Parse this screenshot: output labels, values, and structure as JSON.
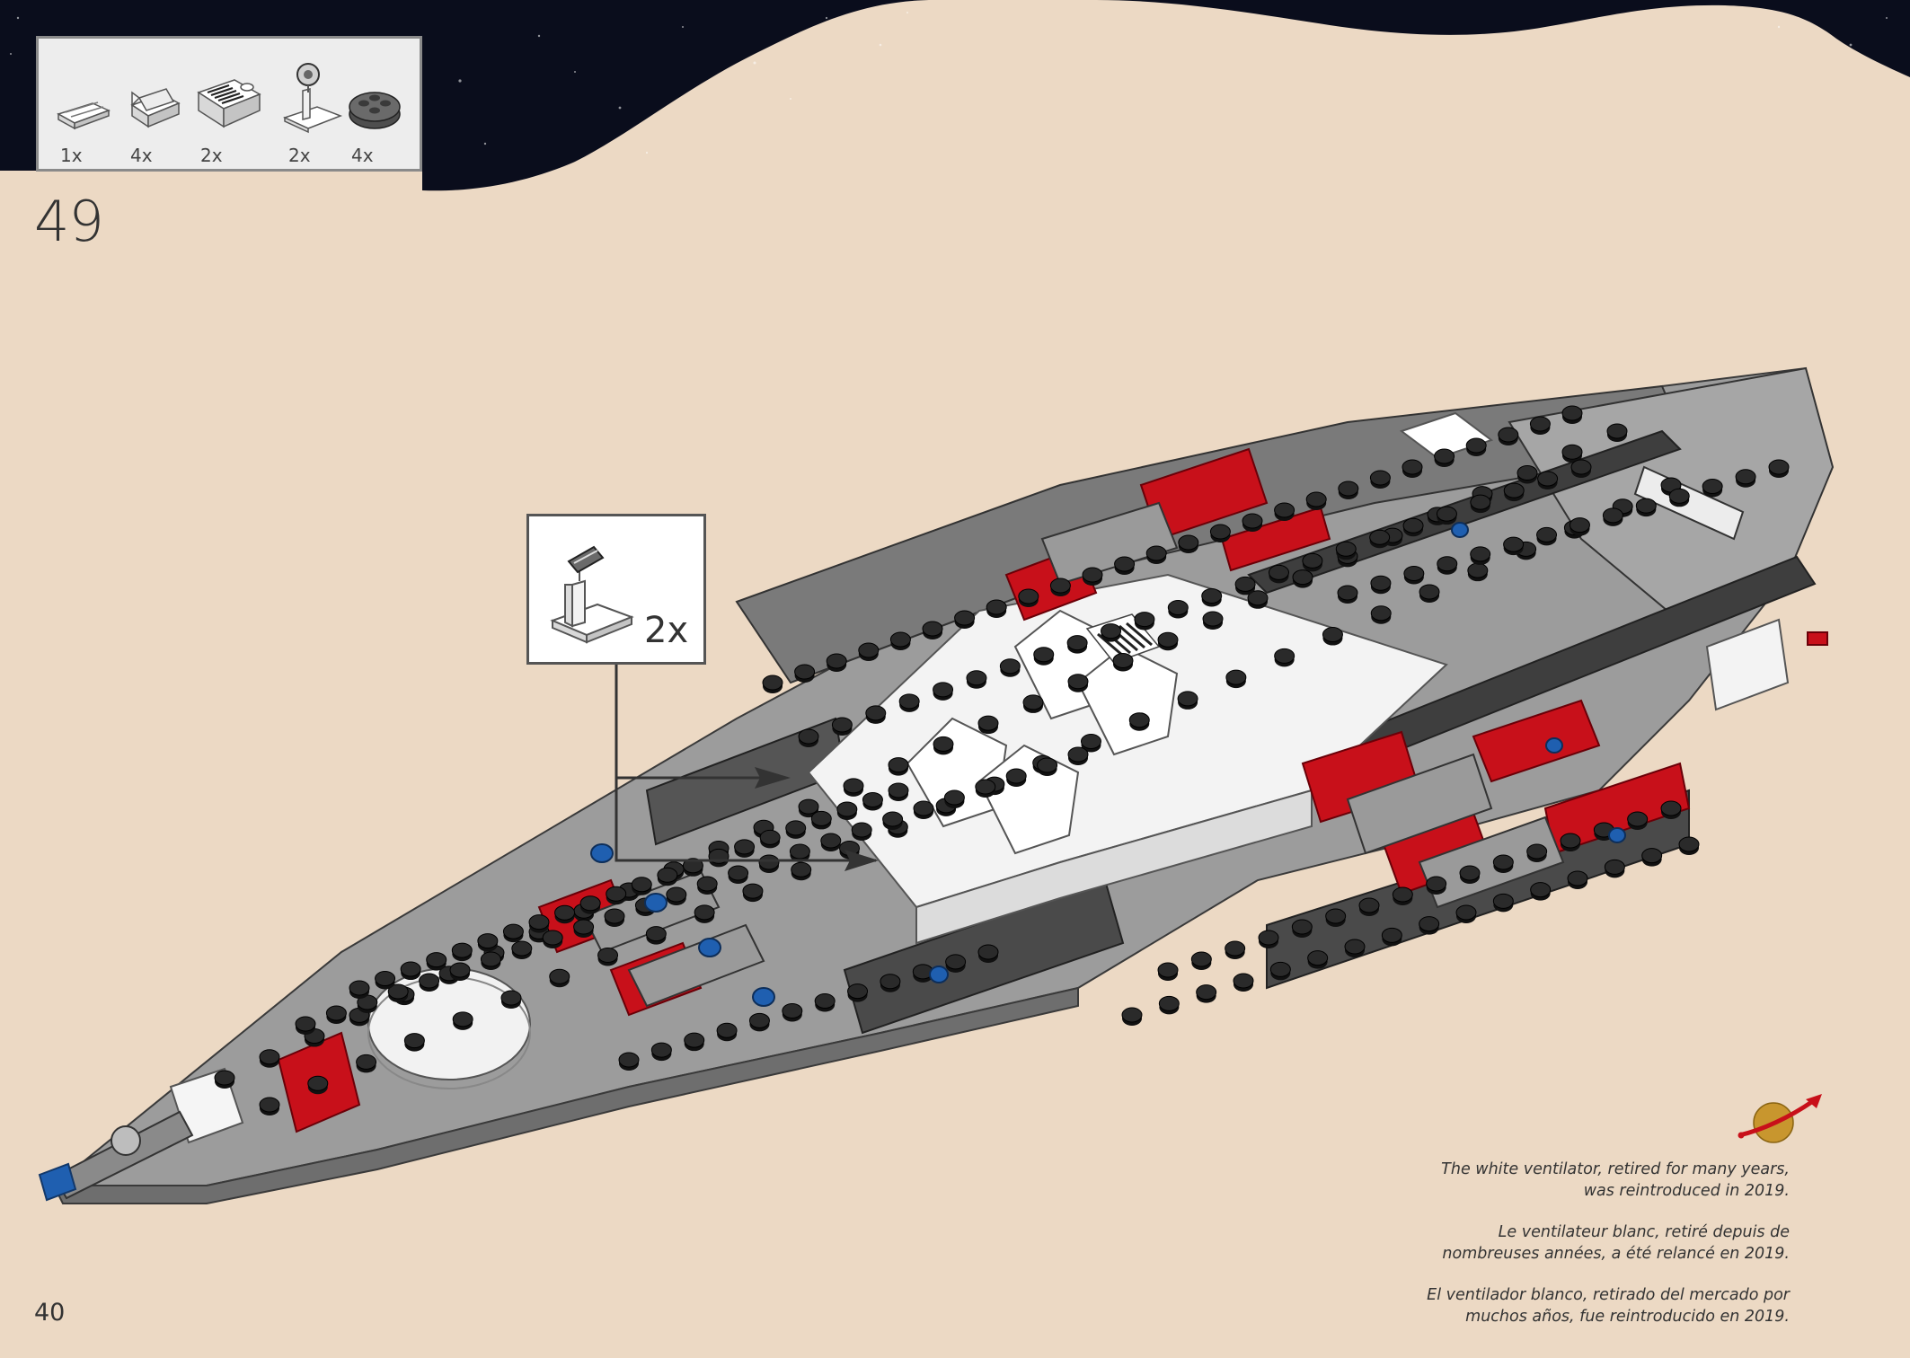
{
  "parts_list": {
    "items": [
      {
        "icon": "tile-grille-icon",
        "qty": "1x"
      },
      {
        "icon": "windscreen-icon",
        "qty": "4x"
      },
      {
        "icon": "ventilator-slope-icon",
        "qty": "2x"
      },
      {
        "icon": "control-stick-bracket-icon",
        "qty": "2x"
      },
      {
        "icon": "round-plate-icon",
        "qty": "4x"
      }
    ]
  },
  "step": {
    "number": "49"
  },
  "callout": {
    "qty": "2x"
  },
  "page": {
    "number": "40"
  },
  "notes": {
    "english_line1": "The white ventilator, retired for many years,",
    "english_line2": "was reintroduced in 2019.",
    "french_line1": "Le ventilateur blanc, retiré depuis de",
    "french_line2": "nombreuses années, a été relancé en 2019.",
    "spanish_line1": "El ventilador blanco, retirado del mercado por",
    "spanish_line2": "muchos años, fue reintroducido en 2019."
  },
  "colors": {
    "background": "#ecd9c4",
    "space": "#0a0d1c",
    "hull_gray": "#9a9a9a",
    "dark_gray": "#5a5a5a",
    "red": "#c8101a",
    "white": "#f5f5f5",
    "blue": "#1f5fb0"
  }
}
